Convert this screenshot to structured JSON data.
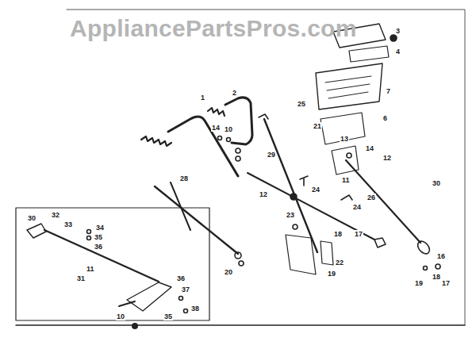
{
  "diagram": {
    "labels": [
      "AppliancePartsPros.com",
      "3",
      "4",
      "7",
      "6",
      "25",
      "1",
      "2",
      "14",
      "10",
      "21",
      "13",
      "14",
      "12",
      "11",
      "29",
      "28",
      "12",
      "24",
      "30",
      "24",
      "26",
      "18",
      "17",
      "23",
      "22",
      "19",
      "16",
      "18",
      "19",
      "17",
      "20",
      "30",
      "32",
      "33",
      "34",
      "35",
      "36",
      "31",
      "11",
      "10",
      "36",
      "37",
      "35",
      "38"
    ]
  }
}
